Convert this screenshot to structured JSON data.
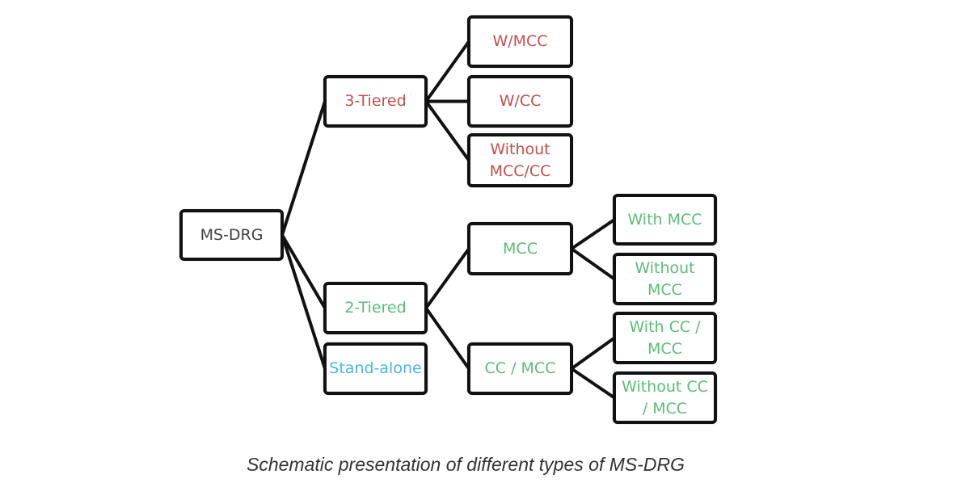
{
  "diagram": {
    "type": "tree",
    "root": "ms-drg",
    "colors": {
      "root_text": "#404040",
      "three_tier_text": "#c0504d",
      "two_tier_text": "#5dbb7a",
      "stand_alone_text": "#4fb3e8",
      "box_border": "#111111",
      "connector": "#111111"
    },
    "nodes": {
      "ms_drg": "MS-DRG",
      "three_tiered": "3-Tiered",
      "two_tiered": "2-Tiered",
      "stand_alone": "Stand-alone",
      "w_mcc": "W/MCC",
      "w_cc": "W/CC",
      "without_mcc_cc": "Without\nMCC/CC",
      "mcc": "MCC",
      "cc_mcc": "CC / MCC",
      "with_mcc": "With MCC",
      "without_mcc": "Without\nMCC",
      "with_cc_mcc": "With CC /\nMCC",
      "without_cc_mcc": "Without CC\n/ MCC"
    },
    "edges": [
      [
        "ms_drg",
        "three_tiered"
      ],
      [
        "ms_drg",
        "two_tiered"
      ],
      [
        "ms_drg",
        "stand_alone"
      ],
      [
        "three_tiered",
        "w_mcc"
      ],
      [
        "three_tiered",
        "w_cc"
      ],
      [
        "three_tiered",
        "without_mcc_cc"
      ],
      [
        "two_tiered",
        "mcc"
      ],
      [
        "two_tiered",
        "cc_mcc"
      ],
      [
        "mcc",
        "with_mcc"
      ],
      [
        "mcc",
        "without_mcc"
      ],
      [
        "cc_mcc",
        "with_cc_mcc"
      ],
      [
        "cc_mcc",
        "without_cc_mcc"
      ]
    ]
  },
  "caption": "Schematic presentation of different types of MS-DRG"
}
